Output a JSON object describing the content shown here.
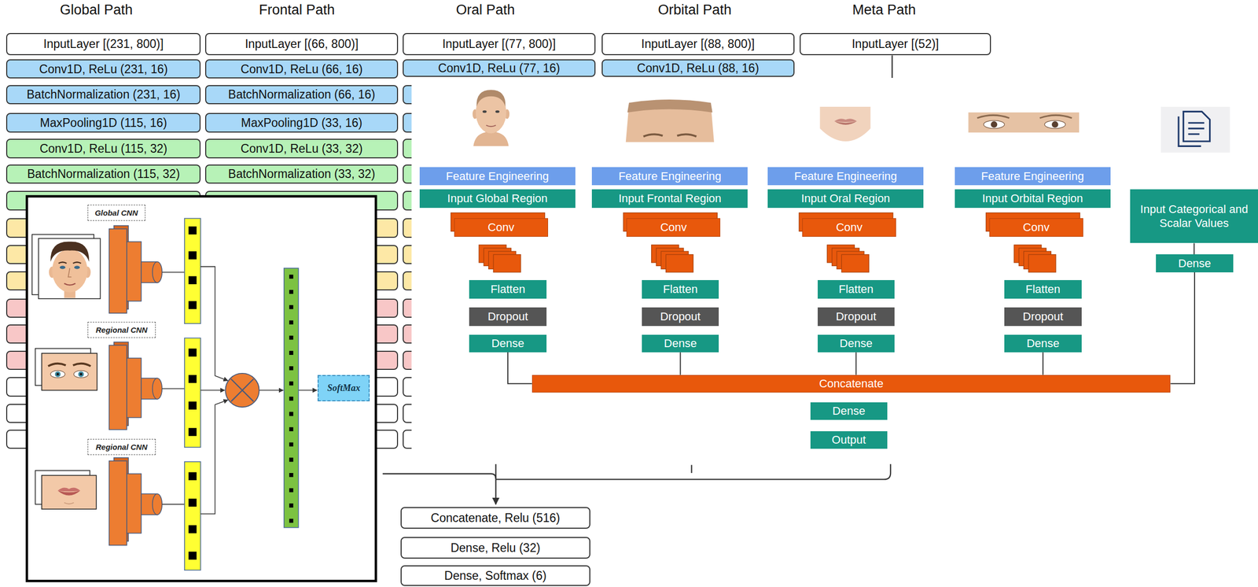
{
  "diagram": {
    "nodes": [
      {
        "text": [
          "InputLayer [(231, 800)]"
        ]
      },
      {
        "text": [
          "Conv1D, ReLu (231, 16)"
        ]
      },
      {
        "text": [
          "BatchNormalization (231, 16)"
        ]
      },
      {
        "text": [
          "MaxPooling1D (115, 16)"
        ]
      },
      {
        "text": [
          "Conv1D, ReLu (115, 32)"
        ]
      },
      {
        "text": [
          "BatchNormalization (115, 32)"
        ]
      },
      {
        "text": [
          "InputLayer [(66, 800)]"
        ]
      },
      {
        "text": [
          "Conv1D, ReLu (66, 16)"
        ]
      },
      {
        "text": [
          "BatchNormalization (66, 16)"
        ]
      },
      {
        "text": [
          "MaxPooling1D (33, 16)"
        ]
      },
      {
        "text": [
          "Conv1D, ReLu (33, 32)"
        ]
      },
      {
        "text": [
          "BatchNormalization (33, 32)"
        ]
      },
      {
        "text": [
          "InputLayer [(77, 800)]"
        ]
      },
      {
        "text": [
          "Conv1D, ReLu (77, 16)"
        ]
      },
      {
        "text": [
          "InputLayer [(88, 800)]"
        ]
      },
      {
        "text": [
          "Conv1D, ReLu (88, 16)"
        ]
      },
      {
        "text": [
          "InputLayer [(52)]"
        ]
      },
      {
        "text": [
          "Concatenate, Relu (516)"
        ]
      },
      {
        "text": [
          "Dense, Relu (32)"
        ]
      },
      {
        "text": [
          "Dense, Softmax (6)"
        ]
      },
      {
        "text": [
          "Global CNN"
        ]
      },
      {
        "text": [
          "Regional CNN"
        ]
      },
      {
        "text": [
          "Regional CNN"
        ]
      },
      {
        "text": [
          "SoftMax"
        ]
      },
      {
        "text": [
          "Feature Engineering"
        ]
      },
      {
        "text": [
          "Input Global Region"
        ]
      },
      {
        "text": [
          "Conv"
        ]
      },
      {
        "text": [
          "Flatten"
        ]
      },
      {
        "text": [
          "Dropout"
        ]
      },
      {
        "text": [
          "Dense"
        ]
      },
      {
        "text": [
          "Feature Engineering"
        ]
      },
      {
        "text": [
          "Input Frontal Region"
        ]
      },
      {
        "text": [
          "Conv"
        ]
      },
      {
        "text": [
          "Flatten"
        ]
      },
      {
        "text": [
          "Dropout"
        ]
      },
      {
        "text": [
          "Dense"
        ]
      },
      {
        "text": [
          "Feature Engineering"
        ]
      },
      {
        "text": [
          "Input Oral Region"
        ]
      },
      {
        "text": [
          "Conv"
        ]
      },
      {
        "text": [
          "Flatten"
        ]
      },
      {
        "text": [
          "Dropout"
        ]
      },
      {
        "text": [
          "Dense"
        ]
      },
      {
        "text": [
          "Feature Engineering"
        ]
      },
      {
        "text": [
          "Input Orbital Region"
        ]
      },
      {
        "text": [
          "Conv"
        ]
      },
      {
        "text": [
          "Flatten"
        ]
      },
      {
        "text": [
          "Dropout"
        ]
      },
      {
        "text": [
          "Dense"
        ]
      },
      {
        "text": [
          "Input Categorical and Scalar Values"
        ]
      },
      {
        "text": [
          "Dense"
        ]
      },
      {
        "text": [
          "Concatenate"
        ]
      },
      {
        "text": [
          "Dense"
        ]
      },
      {
        "text": [
          "Output"
        ]
      }
    ],
    "edges": [
      {
        "from": 29,
        "to": 50,
        "arrow": "none"
      },
      {
        "from": 35,
        "to": 50,
        "arrow": "none"
      },
      {
        "from": 41,
        "to": 50,
        "arrow": "none"
      },
      {
        "from": 47,
        "to": 50,
        "arrow": "none"
      },
      {
        "from": 48,
        "to": 49,
        "arrow": "none"
      },
      {
        "from": 49,
        "to": 50,
        "arrow": "none"
      }
    ],
    "labels": [
      "Global Path",
      "Frontal Path",
      "Oral Path",
      "Orbital Path",
      "Meta Path"
    ]
  }
}
